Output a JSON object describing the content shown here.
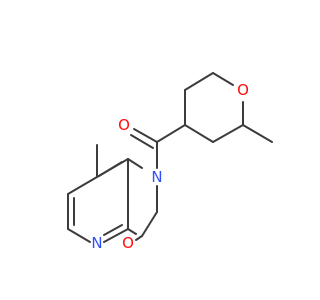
{
  "colors": {
    "bond": "#3c3c3c",
    "oxygen": "#ff0d0d",
    "nitrogen": "#3050f8",
    "background": "#ffffff"
  },
  "atoms": {
    "carbonyl_oxygen": "O",
    "amide_nitrogen": "N",
    "oxane_oxygen": "O",
    "ring_oxygen": "O",
    "pyridine_nitrogen": "N"
  }
}
